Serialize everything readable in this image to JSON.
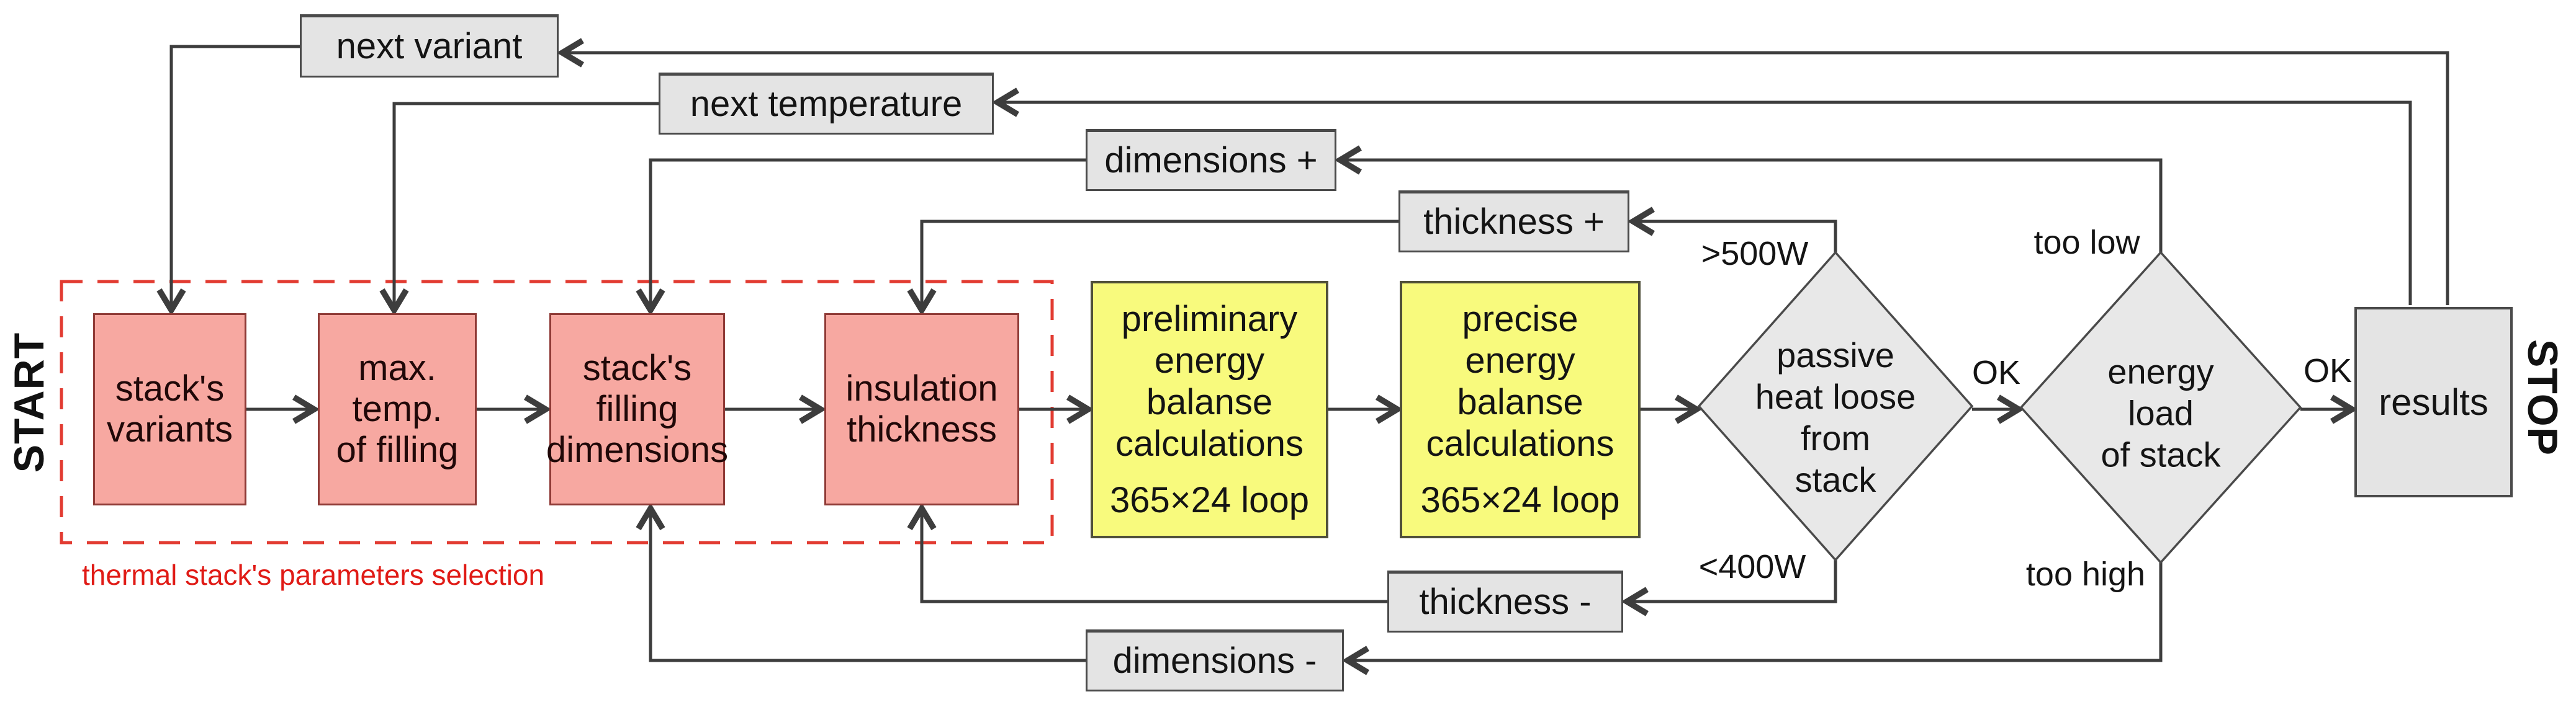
{
  "terminals": {
    "start": "START",
    "stop": "STOP"
  },
  "selection_group": {
    "caption": "thermal stack's parameters selection"
  },
  "nodes": {
    "stacks_variants": {
      "label": "stack's\nvariants"
    },
    "max_temp": {
      "label": "max.\ntemp.\nof filling"
    },
    "filling_dimensions": {
      "label": "stack's\nfilling\ndimensions"
    },
    "insulation_thickness": {
      "label": "insulation\nthickness"
    },
    "preliminary_calc": {
      "label": "preliminary\nenergy\nbalanse\ncalculations",
      "loop": "365×24 loop"
    },
    "precise_calc": {
      "label": "precise\nenergy\nbalanse\ncalculations",
      "loop": "365×24 loop"
    },
    "passive_heat_decision": {
      "label": "passive\nheat loose\nfrom\nstack"
    },
    "energy_load_decision": {
      "label": "energy\nload\nof stack"
    },
    "results": {
      "label": "results"
    }
  },
  "feedback_boxes": {
    "next_variant": "next variant",
    "next_temperature": "next temperature",
    "dimensions_plus": "dimensions +",
    "thickness_plus": "thickness +",
    "thickness_minus": "thickness -",
    "dimensions_minus": "dimensions -"
  },
  "edge_labels": {
    "heat_ok": "OK",
    "load_ok": "OK",
    "heat_high": ">500W",
    "heat_low": "<400W",
    "load_low": "too low",
    "load_high": "too high"
  },
  "colors": {
    "pink_fill": "#f7a8a1",
    "pink_border": "#8f3a36",
    "yellow_fill": "#f8fa7d",
    "yellow_border": "#50503a",
    "gray_fill": "#e4e4e4",
    "gray_border": "#4a4a4a",
    "line": "#3d3d3d",
    "dashed_red": "#e23b31",
    "caption_red": "#e01b16",
    "text": "#141414"
  }
}
